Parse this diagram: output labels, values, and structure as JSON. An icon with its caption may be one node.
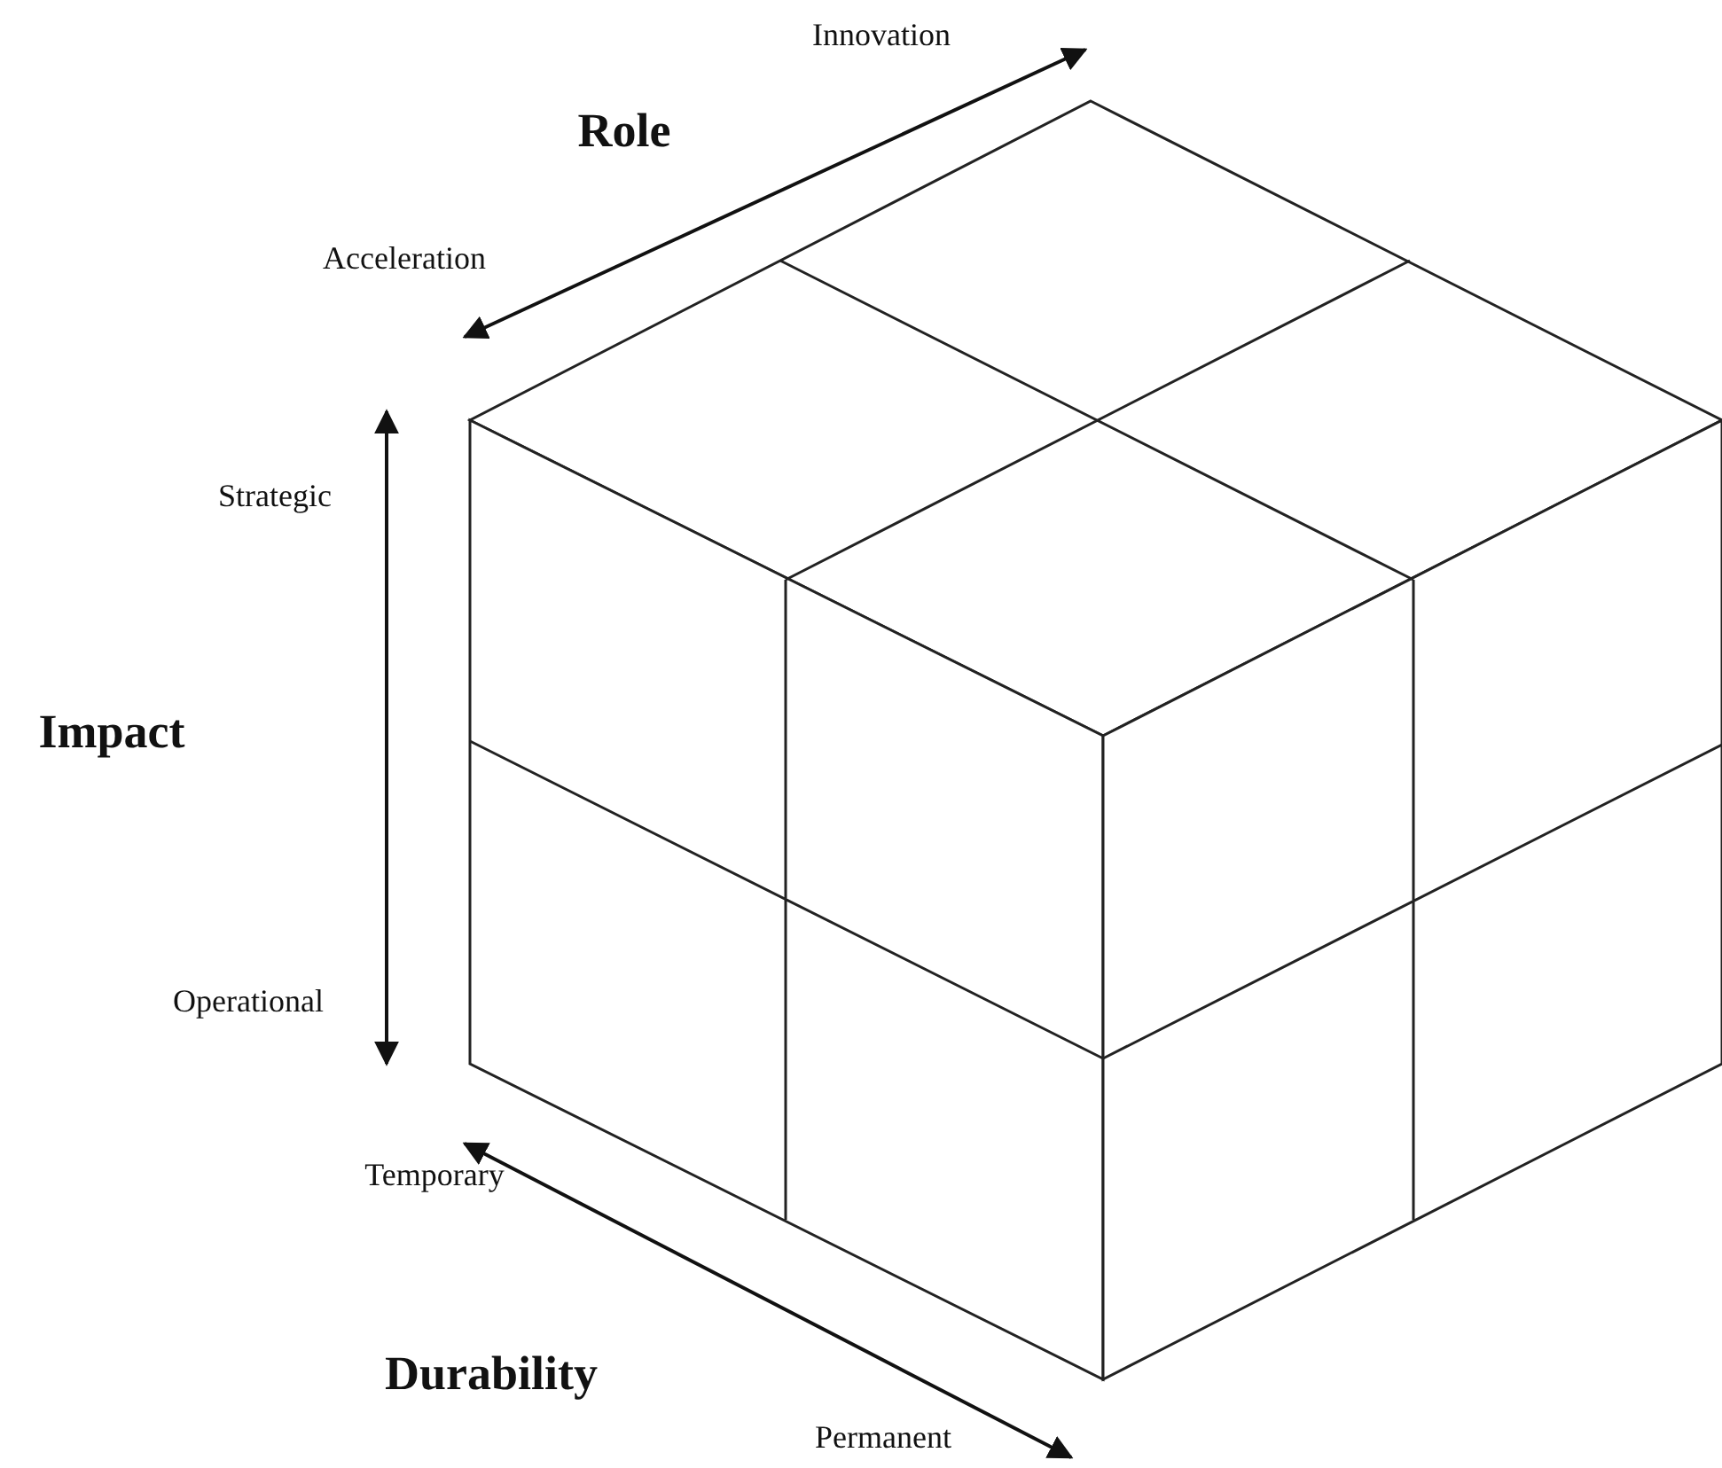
{
  "diagram": {
    "labels": [
      "Innovation",
      "Role",
      "Acceleration",
      "Strategic",
      "Impact",
      "Operational",
      "Temporary",
      "Durability",
      "Permanent"
    ]
  }
}
